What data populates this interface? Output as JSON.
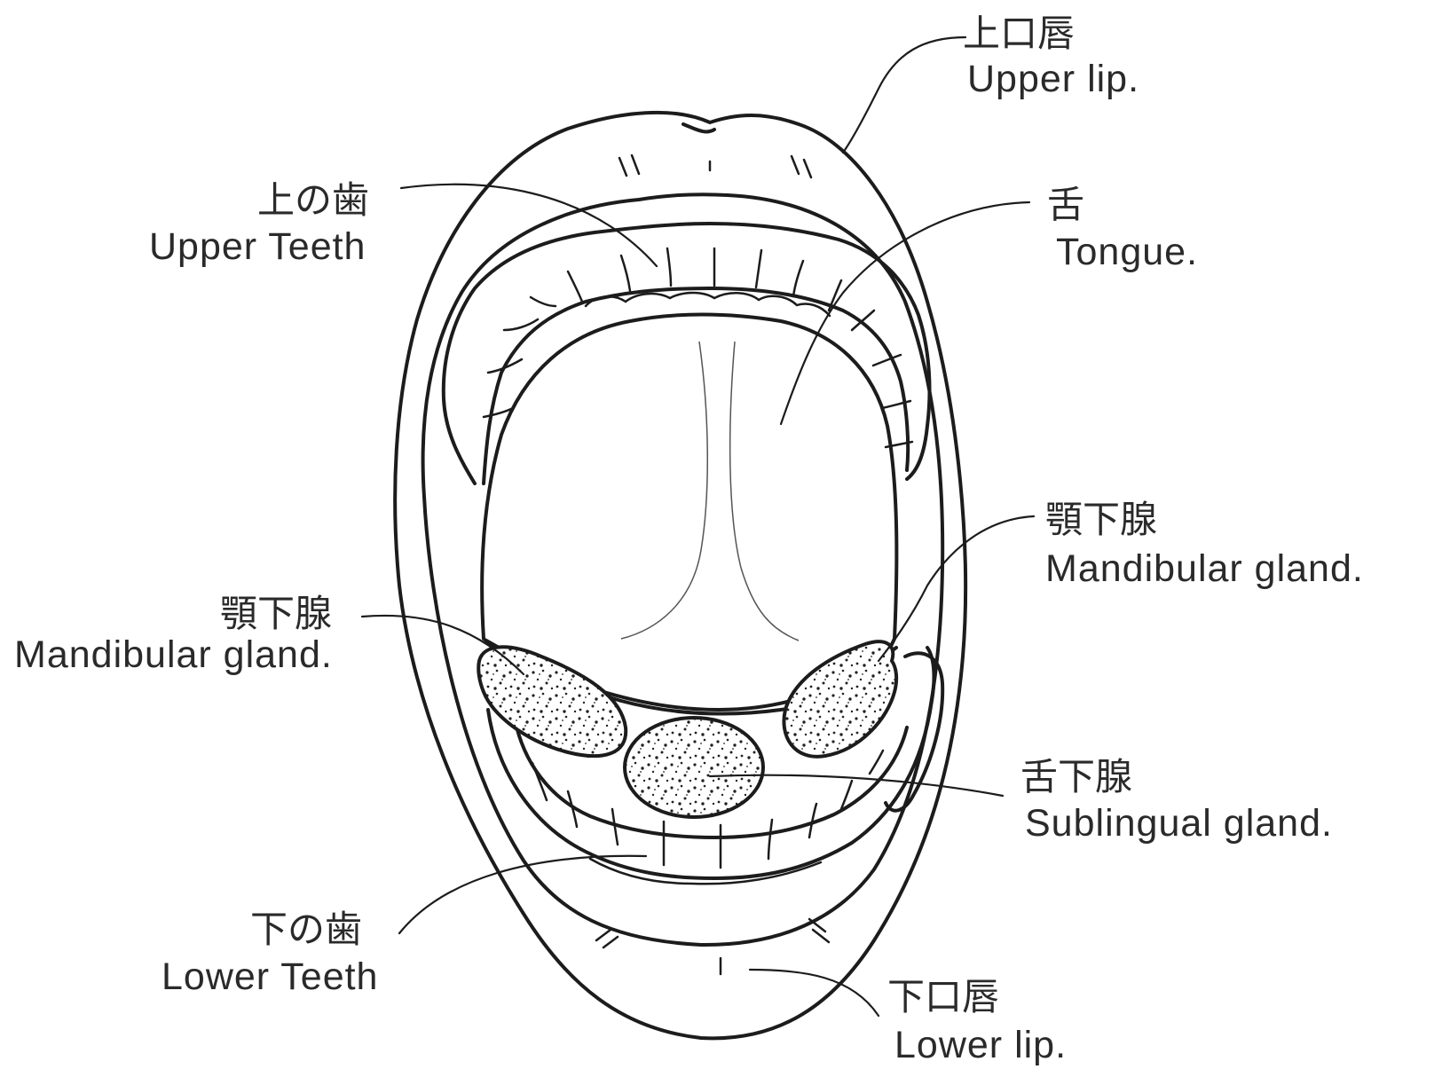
{
  "colors": {
    "ink": "#1c1c1c",
    "text": "#2a2a2a",
    "background": "#ffffff"
  },
  "labels": {
    "upper_lip": {
      "jp": "上口唇",
      "en": "Upper lip."
    },
    "upper_teeth": {
      "jp": "上の歯",
      "en": "Upper Teeth"
    },
    "tongue": {
      "jp": "舌",
      "en": "Tongue."
    },
    "mandibular_gland_right": {
      "jp": "顎下腺",
      "en": "Mandibular gland."
    },
    "mandibular_gland_left": {
      "jp": "顎下腺",
      "en": "Mandibular gland."
    },
    "sublingual_gland": {
      "jp": "舌下腺",
      "en": "Sublingual gland."
    },
    "lower_teeth": {
      "jp": "下の歯",
      "en": "Lower Teeth"
    },
    "lower_lip": {
      "jp": "下口唇",
      "en": "Lower lip."
    }
  }
}
